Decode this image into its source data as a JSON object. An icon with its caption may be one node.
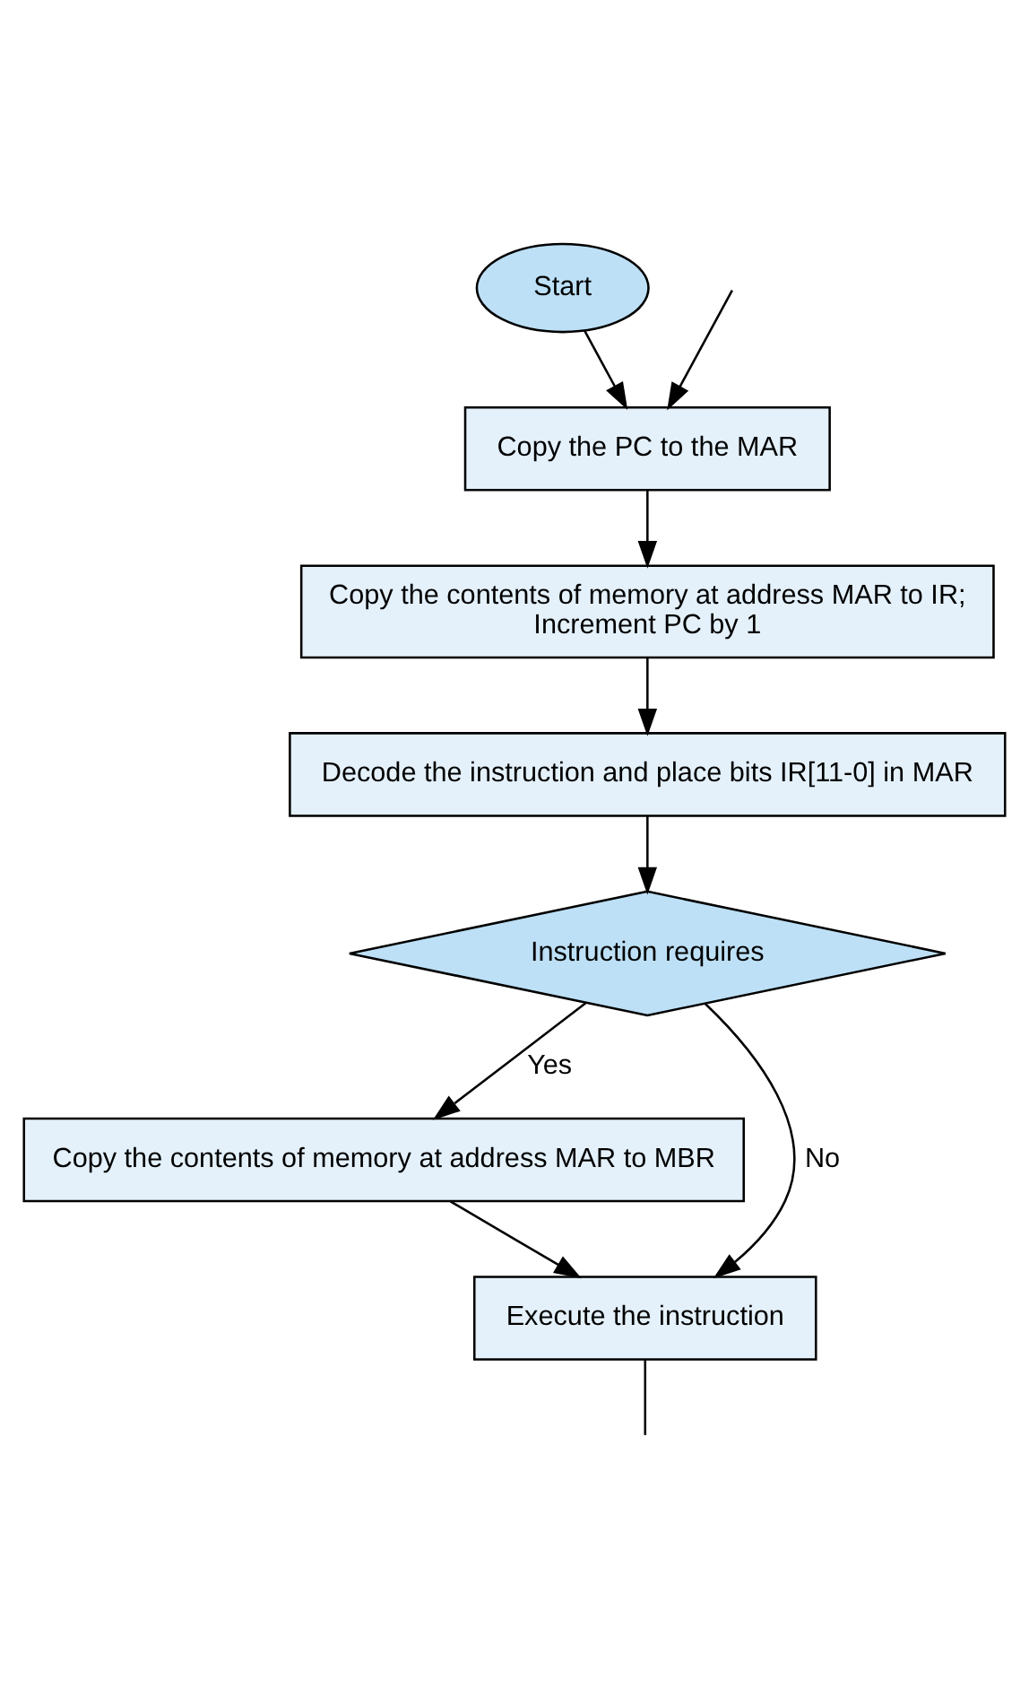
{
  "diagram": {
    "nodes": [
      {
        "text": [
          "Start"
        ]
      },
      {
        "text": [
          "Copy the PC to the MAR"
        ]
      },
      {
        "text": [
          "Copy the contents of memory at address MAR to IR;",
          "Increment PC by 1"
        ]
      },
      {
        "text": [
          "Decode the instruction and place bits IR[11-0] in MAR"
        ]
      },
      {
        "text": [
          "Instruction requires"
        ]
      },
      {
        "text": [
          "Copy the contents of memory at address MAR to MBR"
        ]
      },
      {
        "text": [
          "Execute the instruction"
        ]
      }
    ],
    "edges": [
      {
        "from": 0,
        "to": 1,
        "arrow": "to"
      },
      {
        "from": null,
        "to": 1,
        "arrow": "to"
      },
      {
        "from": 1,
        "to": 2,
        "arrow": "to"
      },
      {
        "from": 2,
        "to": 3,
        "arrow": "to"
      },
      {
        "from": 3,
        "to": 4,
        "arrow": "to"
      },
      {
        "from": 4,
        "to": 5,
        "label": "Yes",
        "arrow": "to"
      },
      {
        "from": 4,
        "to": 6,
        "label": "No",
        "arrow": "to"
      },
      {
        "from": 5,
        "to": 6,
        "arrow": "to"
      },
      {
        "from": 6,
        "to": null,
        "arrow": "none"
      }
    ]
  }
}
